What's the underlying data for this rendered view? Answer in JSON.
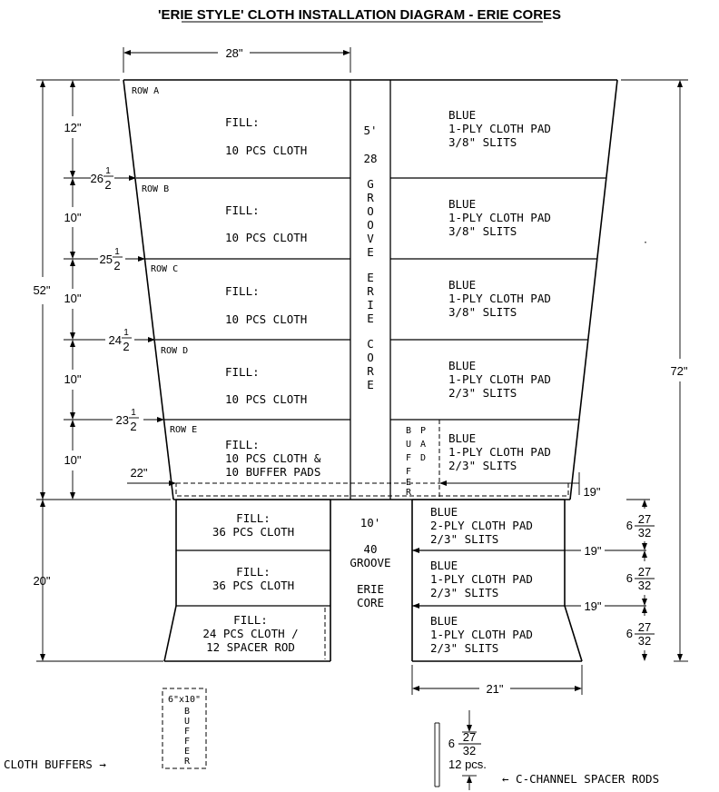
{
  "title": "'ERIE STYLE' CLOTH INSTALLATION DIAGRAM - ERIE CORES",
  "upper_section": {
    "top_width": "28\"",
    "overall_height_left": "52\"",
    "overall_height_right": "72\"",
    "rows": [
      {
        "name": "ROW A",
        "height": "12\"",
        "fill_label": "FILL:",
        "fill_detail": "10 PCS CLOTH",
        "pad_color": "BLUE",
        "pad_type": "1-PLY CLOTH PAD",
        "slits": "3/8\" SLITS",
        "width_below": "26",
        "width_below_frac_num": "1",
        "width_below_frac_den": "2"
      },
      {
        "name": "ROW B",
        "height": "10\"",
        "fill_label": "FILL:",
        "fill_detail": "10 PCS CLOTH",
        "pad_color": "BLUE",
        "pad_type": "1-PLY CLOTH PAD",
        "slits": "3/8\" SLITS",
        "width_below": "25",
        "width_below_frac_num": "1",
        "width_below_frac_den": "2"
      },
      {
        "name": "ROW C",
        "height": "10\"",
        "fill_label": "FILL:",
        "fill_detail": "10 PCS CLOTH",
        "pad_color": "BLUE",
        "pad_type": "1-PLY CLOTH PAD",
        "slits": "3/8\" SLITS",
        "width_below": "24",
        "width_below_frac_num": "1",
        "width_below_frac_den": "2"
      },
      {
        "name": "ROW D",
        "height": "10\"",
        "fill_label": "FILL:",
        "fill_detail": "10 PCS CLOTH",
        "pad_color": "BLUE",
        "pad_type": "1-PLY CLOTH PAD",
        "slits": "2/3\" SLITS",
        "width_below": "23",
        "width_below_frac_num": "1",
        "width_below_frac_den": "2"
      },
      {
        "name": "ROW E",
        "height": "10\"",
        "fill_label": "FILL:",
        "fill_detail": "10 PCS CLOTH &",
        "fill_detail2": "10 BUFFER PADS",
        "pad_color": "BLUE",
        "pad_type": "1-PLY CLOTH PAD",
        "slits": "2/3\" SLITS",
        "width_below": "22\""
      }
    ],
    "core_chars": [
      "5'",
      "28",
      "G",
      "R",
      "O",
      "O",
      "V",
      "E",
      "E",
      "R",
      "I",
      "E",
      "C",
      "O",
      "R",
      "E"
    ],
    "buffer_pad_left": [
      "B",
      "U",
      "F",
      "F",
      "E",
      "R"
    ],
    "buffer_pad_right": [
      "P",
      "A",
      "D"
    ],
    "right_width": "19\""
  },
  "lower_section": {
    "height": "20\"",
    "core": [
      "10'",
      "40",
      "GROOVE",
      "ERIE",
      "CORE"
    ],
    "left_rows": [
      {
        "label": "FILL:",
        "detail": "36 PCS CLOTH"
      },
      {
        "label": "FILL:",
        "detail": "36 PCS CLOTH"
      },
      {
        "label": "FILL:",
        "detail": "24 PCS CLOTH /",
        "detail2": "12 SPACER ROD"
      }
    ],
    "right_rows": [
      {
        "color": "BLUE",
        "pad": "2-PLY CLOTH PAD",
        "slits": "2/3\" SLITS",
        "width": "19\"",
        "height_whole": "6",
        "height_num": "27",
        "height_den": "32"
      },
      {
        "color": "BLUE",
        "pad": "1-PLY CLOTH PAD",
        "slits": "2/3\" SLITS",
        "width": "19\"",
        "height_whole": "6",
        "height_num": "27",
        "height_den": "32"
      },
      {
        "color": "BLUE",
        "pad": "1-PLY CLOTH PAD",
        "slits": "2/3\" SLITS",
        "height_whole": "6",
        "height_num": "27",
        "height_den": "32"
      }
    ],
    "bottom_width": "21\""
  },
  "legend": {
    "buffer_size": "6\"x10\"",
    "buffer_word": [
      "B",
      "U",
      "F",
      "F",
      "E",
      "R"
    ],
    "cloth_buffers": "CLOTH BUFFERS →",
    "spacer_whole": "6",
    "spacer_num": "27",
    "spacer_den": "32",
    "spacer_count": "12 pcs.",
    "c_channel": "← C-CHANNEL SPACER RODS"
  }
}
